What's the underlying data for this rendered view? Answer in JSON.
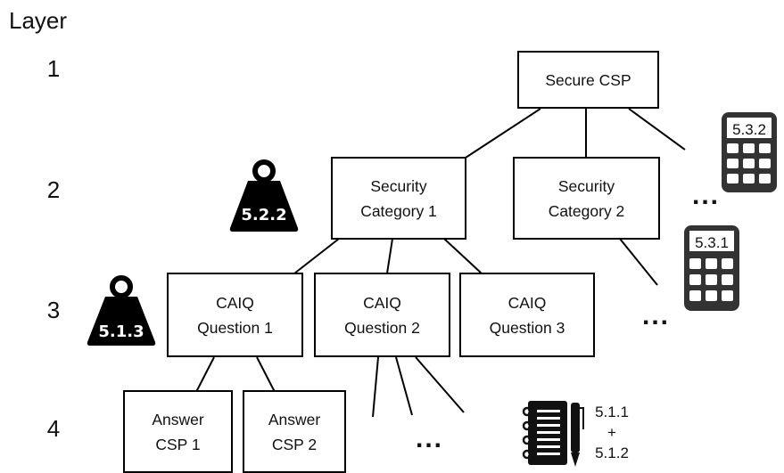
{
  "layer_heading": "Layer",
  "layers": [
    "1",
    "2",
    "3",
    "4"
  ],
  "nodes": {
    "root": "Secure CSP",
    "cat1": "Security\nCategory 1",
    "cat2": "Security\nCategory 2",
    "q1": "CAIQ\nQuestion 1",
    "q2": "CAIQ\nQuestion 2",
    "q3": "CAIQ\nQuestion 3",
    "a1": "Answer\nCSP 1",
    "a2": "Answer\nCSP 2"
  },
  "ellipses": [
    "...",
    "...",
    "...",
    "..."
  ],
  "badges": {
    "weight_layer2": "5.2.2",
    "weight_layer3": "5.1.3",
    "calc_top": "5.3.2",
    "calc_bottom": "5.3.1"
  },
  "note": {
    "line1": "5.1.1",
    "line2": "+",
    "line3": "5.1.2"
  },
  "icons": [
    "weight-icon",
    "calculator-icon",
    "notebook-pen-icon"
  ]
}
